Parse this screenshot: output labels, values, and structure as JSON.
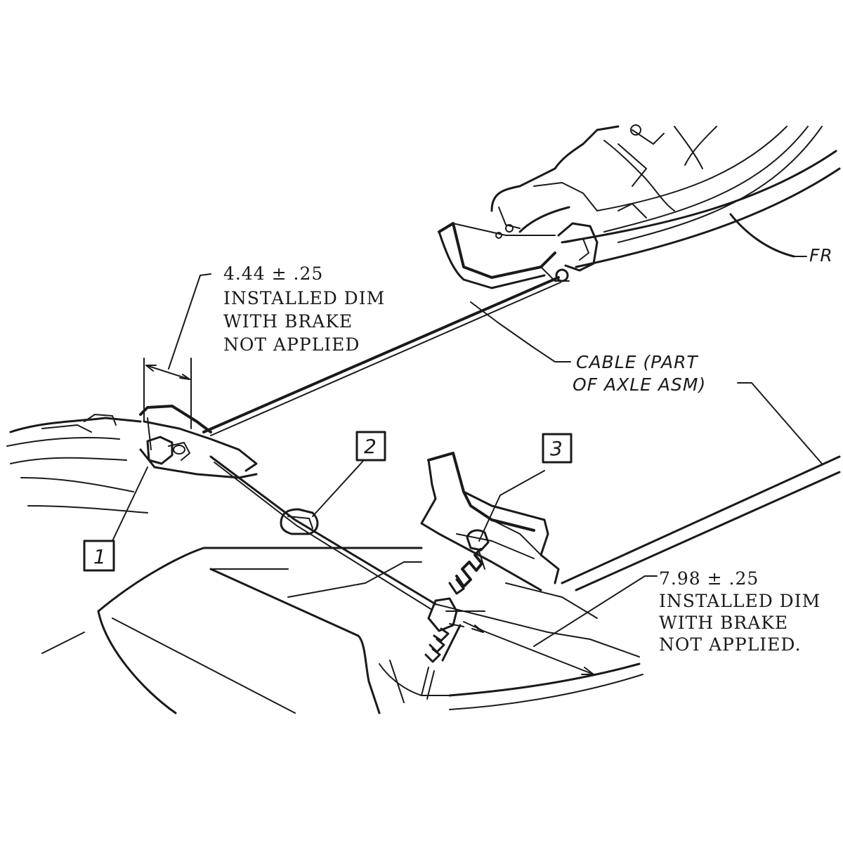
{
  "annotations": {
    "dim_left": {
      "value": "4.44 ± .25",
      "lines": [
        "INSTALLED DIM",
        "WITH BRAKE",
        "NOT APPLIED"
      ]
    },
    "dim_right": {
      "value": "7.98 ± .25",
      "lines": [
        "INSTALLED DIM",
        "WITH BRAKE",
        "NOT APPLIED."
      ]
    },
    "cable": {
      "lines": [
        "CABLE (PART",
        "OF AXLE ASM)"
      ]
    },
    "frame": "FR"
  },
  "callouts": [
    "1",
    "2",
    "3"
  ],
  "colors": {
    "ink": "#1a1a1a",
    "paper": "#ffffff"
  }
}
